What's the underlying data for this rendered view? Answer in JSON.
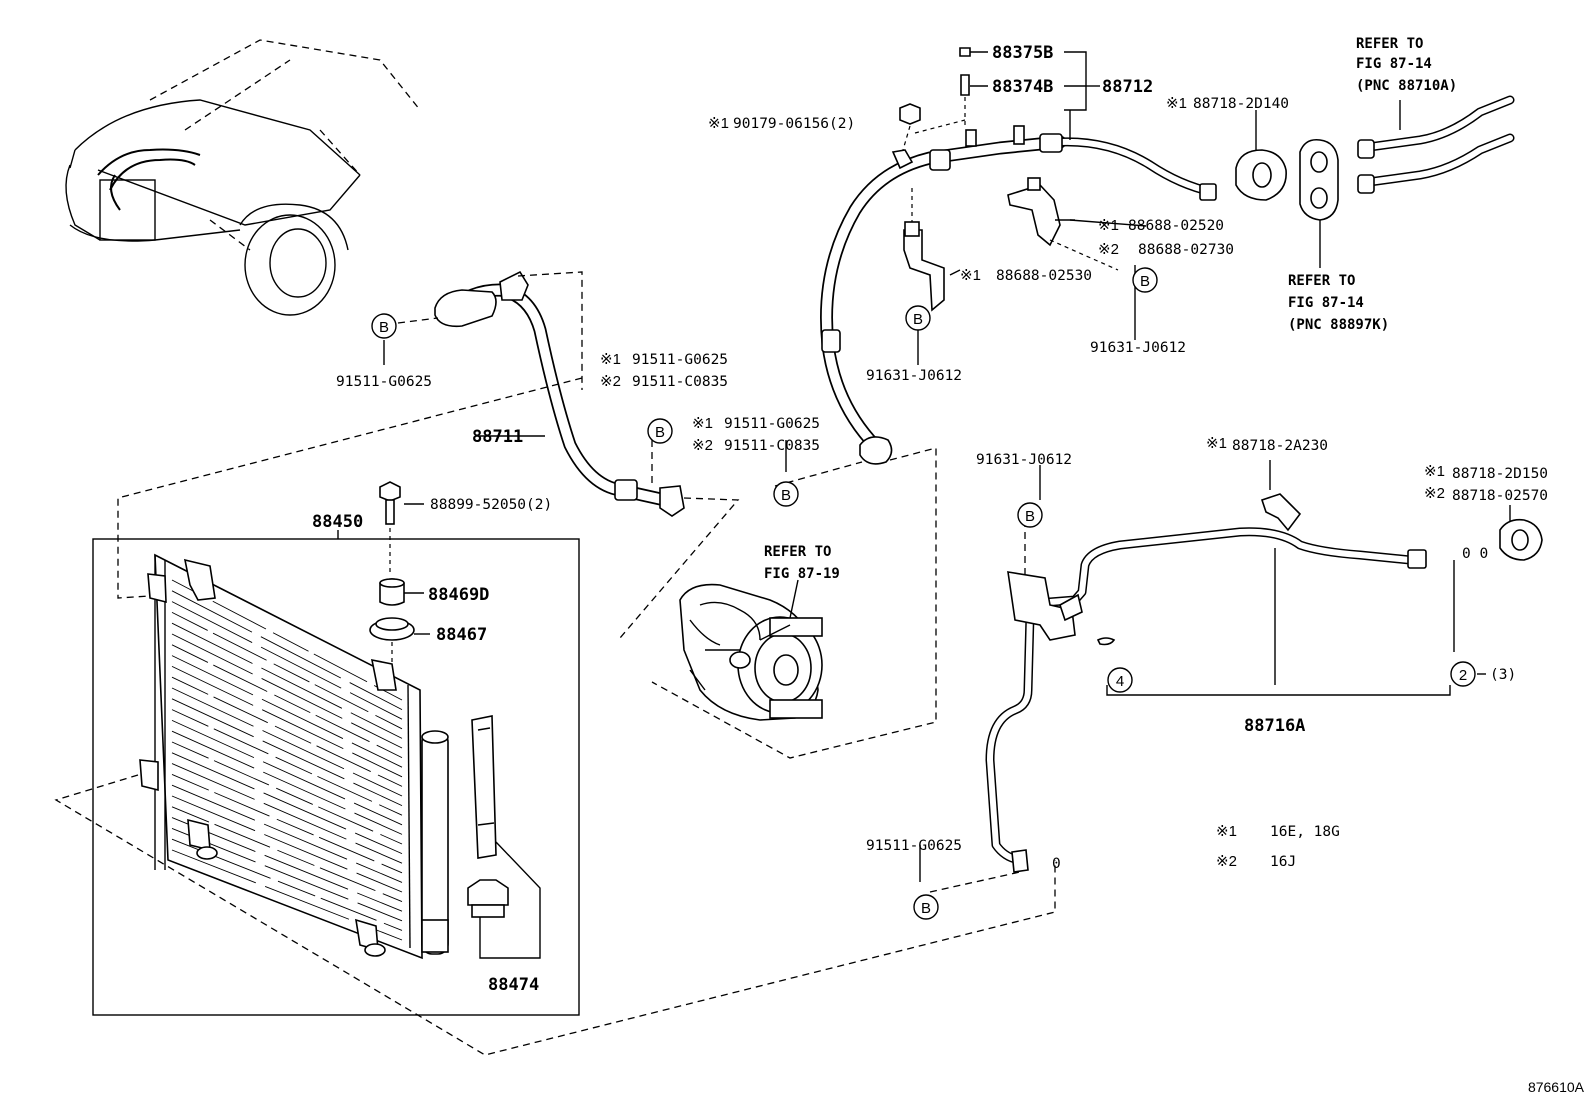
{
  "labels": {
    "p88375B": "88375B",
    "p88374B": "88374B",
    "p88712": "88712",
    "p90179": "90179-06156(2)",
    "p88718_2D140": "88718-2D140",
    "p88688_02520": "88688-02520",
    "p88688_02730": "88688-02730",
    "p88688_02530": "88688-02530",
    "p91631_J0612_a": "91631-J0612",
    "p91631_J0612_b": "91631-J0612",
    "p91631_J0612_c": "91631-J0612",
    "p91511_G0625_a": "91511-G0625",
    "p91511_G0625_b": "91511-G0625",
    "p91511_C0835_b": "91511-C0835",
    "p91511_G0625_c": "91511-G0625",
    "p91511_C0835_c": "91511-C0835",
    "p91511_G0625_d": "91511-G0625",
    "p88711": "88711",
    "p88899": "88899-52050(2)",
    "p88450": "88450",
    "p88469D": "88469D",
    "p88467": "88467",
    "p88474": "88474",
    "p88718_2A230": "88718-2A230",
    "p88718_2D150": "88718-2D150",
    "p88718_02570": "88718-02570",
    "p88716A": "88716A"
  },
  "marks": {
    "note1": "※1",
    "note2": "※2",
    "circleB": "B",
    "count4": "4",
    "count2": "2",
    "qty3": "(3)",
    "oring": "0",
    "oring2": "0 0"
  },
  "refs": {
    "ref1": [
      "REFER TO",
      "FIG 87-14",
      "(PNC 88710A)"
    ],
    "ref2": [
      "REFER TO",
      "FIG 87-14",
      "(PNC 88897K)"
    ],
    "ref3": [
      "REFER TO",
      "FIG 87-19"
    ]
  },
  "legend": {
    "row1_mark": "※1",
    "row1_text": "16E, 18G",
    "row2_mark": "※2",
    "row2_text": "16J"
  },
  "figure_id": "876610A"
}
